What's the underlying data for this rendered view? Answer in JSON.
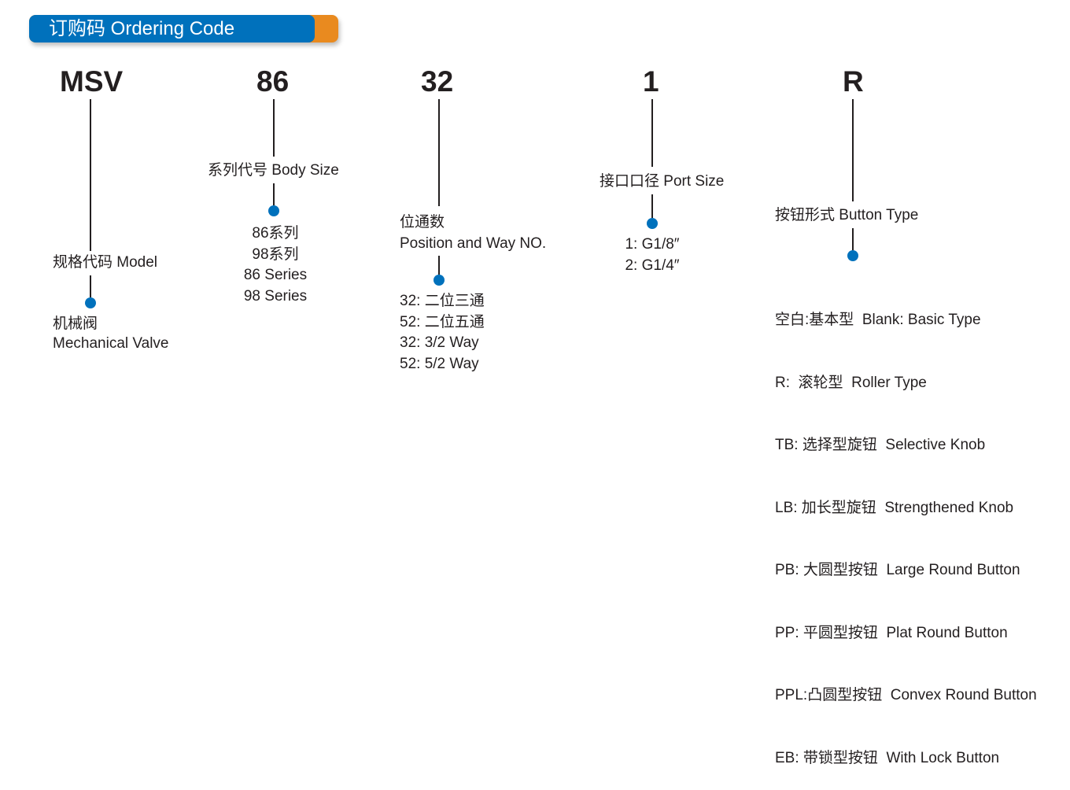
{
  "header": {
    "title": "订购码 Ordering Code",
    "colors": {
      "blue": "#0071bc",
      "orange": "#e98a1f"
    }
  },
  "columns": [
    {
      "code": "MSV",
      "label": "规格代码 Model",
      "options": [
        "机械阀",
        "Mechanical Valve"
      ]
    },
    {
      "code": "86",
      "label": "系列代号 Body Size",
      "options": [
        "86系列",
        "98系列",
        "86 Series",
        "98 Series"
      ]
    },
    {
      "code": "32",
      "label_lines": [
        "位通数",
        "Position and Way NO."
      ],
      "options": [
        "32: 二位三通",
        "52: 二位五通",
        "32: 3/2 Way",
        "52: 5/2 Way"
      ]
    },
    {
      "code": "1",
      "label": "接口口径 Port Size",
      "options": [
        "1: G1/8″",
        "2: G1/4″"
      ]
    },
    {
      "code": "R",
      "label": "按钮形式 Button Type",
      "options": [
        "空白:基本型  Blank: Basic Type",
        "R:  滚轮型  Roller Type",
        "TB: 选择型旋钮  Selective Knob",
        "LB: 加长型旋钮  Strengthened Knob",
        "PB: 大圆型按钮  Large Round Button",
        "PP: 平圆型按钮  Plat Round Button",
        "PPL:凸圆型按钮  Convex Round Button",
        "EB: 带锁型按钮  With Lock Button"
      ]
    }
  ]
}
